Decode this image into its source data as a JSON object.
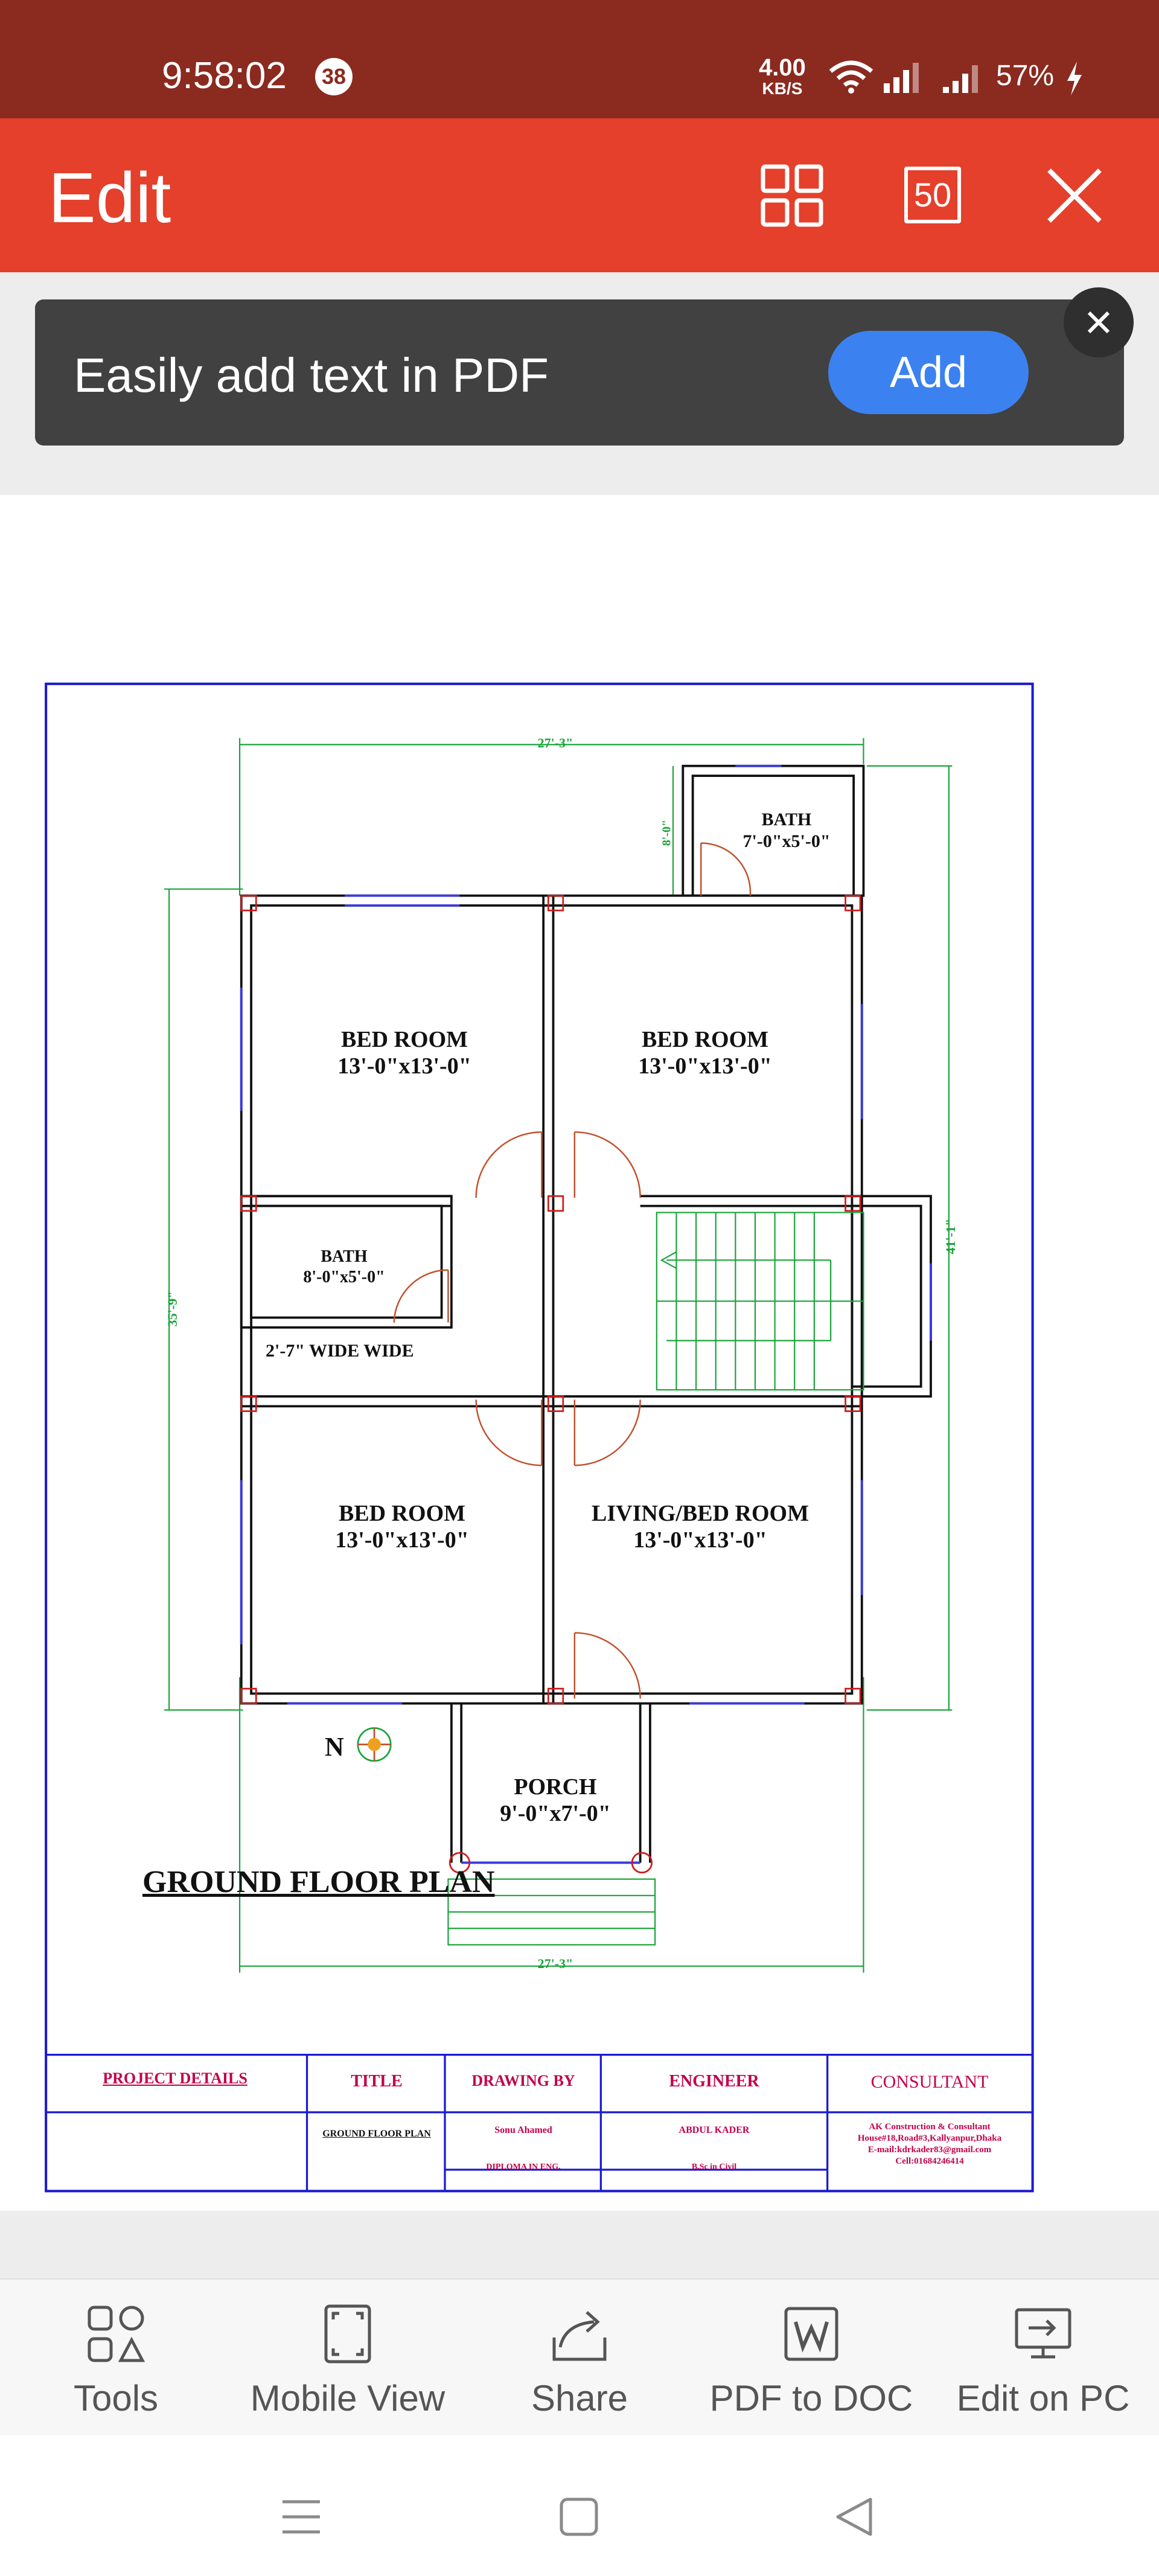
{
  "status_bar": {
    "time": "9:58:02",
    "notification_count": "38",
    "net_speed_value": "4.00",
    "net_speed_unit": "KB/S",
    "battery": "57%"
  },
  "toolbar": {
    "title": "Edit",
    "page_count": "50",
    "icons": [
      "grid-view-icon",
      "page-count-icon",
      "close-icon"
    ]
  },
  "banner": {
    "text": "Easily add text in PDF",
    "add_label": "Add"
  },
  "plan": {
    "rooms": {
      "bath_top": {
        "name": "BATH",
        "size": "7'-0\"x5'-0\""
      },
      "bed_top_left": {
        "name": "BED ROOM",
        "size": "13'-0\"x13'-0\""
      },
      "bed_top_right": {
        "name": "BED ROOM",
        "size": "13'-0\"x13'-0\""
      },
      "bath_left": {
        "name": "BATH",
        "size": "8'-0\"x5'-0\""
      },
      "corridor": {
        "name": "2'-7\" WIDE WIDE"
      },
      "bed_bottom_left": {
        "name": "BED ROOM",
        "size": "13'-0\"x13'-0\""
      },
      "living": {
        "name": "LIVING/BED ROOM",
        "size": "13'-0\"x13'-0\""
      },
      "porch": {
        "name": "PORCH",
        "size": "9'-0\"x7'-0\""
      }
    },
    "dimensions": {
      "top": "27'-3\"",
      "bottom": "27'-3\"",
      "left": "35'-9\"",
      "right": "41'-1\"",
      "bath": "8'-0\""
    },
    "north": "N",
    "plan_title": "GROUND FLOOR PLAN",
    "title_block": {
      "project_details": "PROJECT DETAILS",
      "title_header": "TITLE",
      "title_value": "GROUND FLOOR PLAN",
      "drawing_by_header": "DRAWING BY",
      "drawing_by_name": "Sonu Ahamed",
      "drawing_by_qual": "DIPLOMA IN ENG.",
      "engineer_header": "ENGINEER",
      "engineer_name": "ABDUL KADER",
      "engineer_qual": "B.Sc in Civil",
      "consultant_header": "CONSULTANT",
      "consultant_line1": "AK Construction & Consultant",
      "consultant_line2": "House#18,Road#3,Kallyanpur,Dhaka",
      "consultant_line3": "E-mail:kdrkader83@gmail.com",
      "consultant_line4": "Cell:01684246414"
    }
  },
  "bottom_nav": [
    {
      "label": "Tools",
      "icon": "tools-icon"
    },
    {
      "label": "Mobile View",
      "icon": "mobile-view-icon"
    },
    {
      "label": "Share",
      "icon": "share-icon"
    },
    {
      "label": "PDF to DOC",
      "icon": "pdf-to-doc-icon"
    },
    {
      "label": "Edit on PC",
      "icon": "edit-on-pc-icon"
    }
  ],
  "system_nav": [
    "menu-icon",
    "home-icon",
    "back-icon"
  ],
  "colors": {
    "status_bar": "#8b2a1f",
    "toolbar": "#e4402b",
    "banner": "#414141",
    "add_button": "#3b82f0",
    "plan_border": "#1a1ad0",
    "dimension": "#1aa33a",
    "door": "#c0502c",
    "title_block_text": "#c2004a"
  }
}
